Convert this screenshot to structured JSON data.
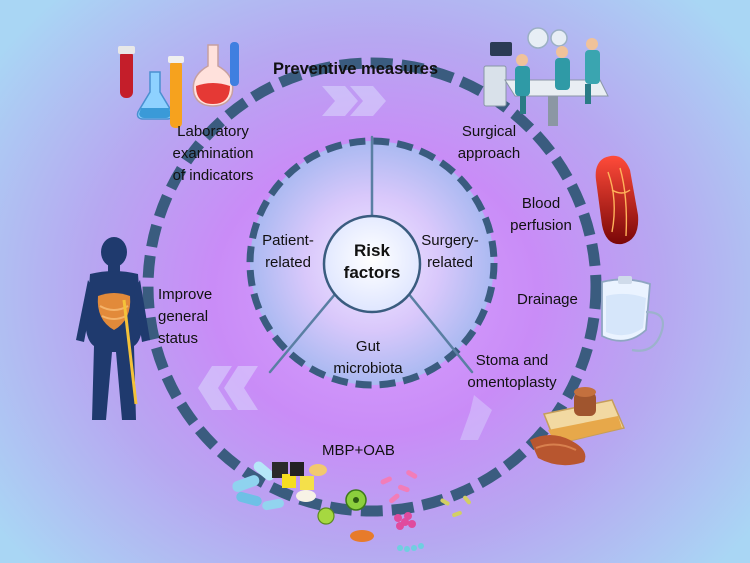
{
  "outer_title": "Preventive measures",
  "center": [
    "Risk",
    "factors"
  ],
  "inner_labels": {
    "patient": [
      "Patient-",
      "related"
    ],
    "surgery": [
      "Surgery-",
      "related"
    ],
    "gut": [
      "Gut",
      "microbiota"
    ]
  },
  "measures": {
    "lab": [
      "Laboratory",
      "examination",
      "of indicators"
    ],
    "surgical": [
      "Surgical",
      "approach"
    ],
    "blood": [
      "Blood",
      "perfusion"
    ],
    "drainage": "Drainage",
    "stoma": [
      "Stoma and",
      "omentoplasty"
    ],
    "mbp": "MBP+OAB",
    "improve": [
      "Improve",
      "general",
      "status"
    ]
  },
  "icons": [
    "lab-flasks-icon",
    "operating-room-icon",
    "blood-vessel-icon",
    "drainage-bag-icon",
    "intestine-tissue-icon",
    "pills-microbes-icon",
    "human-body-icon"
  ],
  "colors": {
    "ring": "#3a5c7f",
    "ring_fill": "#b9c8ef",
    "center_fill": "#f4f6ff",
    "accent_purple": "#c98cf7"
  }
}
